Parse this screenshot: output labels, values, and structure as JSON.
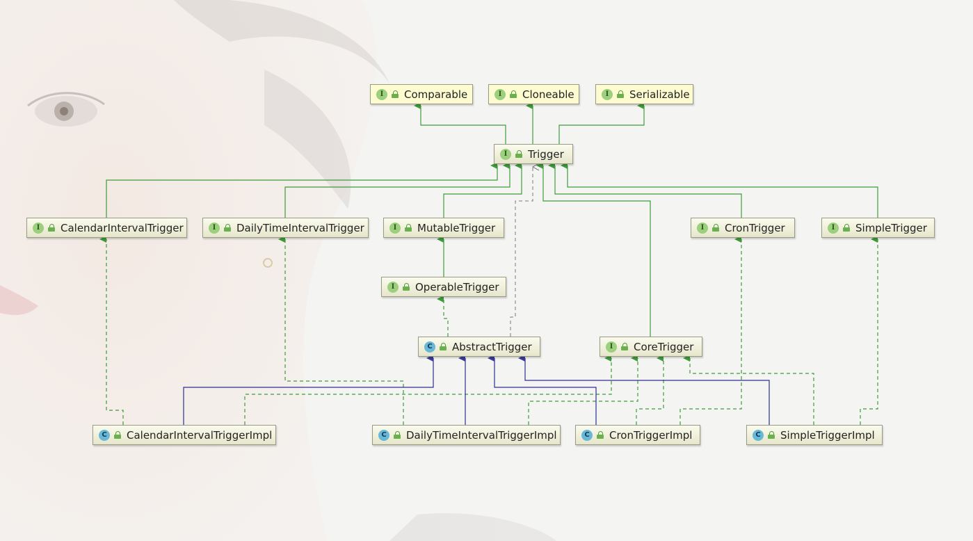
{
  "diagram": {
    "kinds": {
      "interface": "I",
      "class": "C"
    },
    "colors": {
      "implements_edge": "#3f9a3a",
      "extends_edge": "#2f2f8f",
      "dependency_edge": "#7a7a7a",
      "interface_fill": "#fcfcd0",
      "node_border": "#9a9a84"
    },
    "nodes": [
      {
        "id": "comparable",
        "label": "Comparable",
        "kind": "interface"
      },
      {
        "id": "cloneable",
        "label": "Cloneable",
        "kind": "interface"
      },
      {
        "id": "serializable",
        "label": "Serializable",
        "kind": "interface"
      },
      {
        "id": "trigger",
        "label": "Trigger",
        "kind": "interface"
      },
      {
        "id": "calendar_interval_trigger",
        "label": "CalendarIntervalTrigger",
        "kind": "interface"
      },
      {
        "id": "daily_time_interval_trigger",
        "label": "DailyTimeIntervalTrigger",
        "kind": "interface"
      },
      {
        "id": "mutable_trigger",
        "label": "MutableTrigger",
        "kind": "interface"
      },
      {
        "id": "cron_trigger",
        "label": "CronTrigger",
        "kind": "interface"
      },
      {
        "id": "simple_trigger",
        "label": "SimpleTrigger",
        "kind": "interface"
      },
      {
        "id": "operable_trigger",
        "label": "OperableTrigger",
        "kind": "interface"
      },
      {
        "id": "abstract_trigger",
        "label": "AbstractTrigger",
        "kind": "class"
      },
      {
        "id": "core_trigger",
        "label": "CoreTrigger",
        "kind": "interface"
      },
      {
        "id": "calendar_interval_trigger_impl",
        "label": "CalendarIntervalTriggerImpl",
        "kind": "class"
      },
      {
        "id": "daily_time_interval_trigger_impl",
        "label": "DailyTimeIntervalTriggerImpl",
        "kind": "class"
      },
      {
        "id": "cron_trigger_impl",
        "label": "CronTriggerImpl",
        "kind": "class"
      },
      {
        "id": "simple_trigger_impl",
        "label": "SimpleTriggerImpl",
        "kind": "class"
      }
    ],
    "edges": [
      {
        "from": "trigger",
        "to": "comparable",
        "type": "extends-interface"
      },
      {
        "from": "trigger",
        "to": "cloneable",
        "type": "extends-interface"
      },
      {
        "from": "trigger",
        "to": "serializable",
        "type": "extends-interface"
      },
      {
        "from": "calendar_interval_trigger",
        "to": "trigger",
        "type": "extends-interface"
      },
      {
        "from": "daily_time_interval_trigger",
        "to": "trigger",
        "type": "extends-interface"
      },
      {
        "from": "mutable_trigger",
        "to": "trigger",
        "type": "extends-interface"
      },
      {
        "from": "cron_trigger",
        "to": "trigger",
        "type": "extends-interface"
      },
      {
        "from": "simple_trigger",
        "to": "trigger",
        "type": "extends-interface"
      },
      {
        "from": "core_trigger",
        "to": "trigger",
        "type": "extends-interface"
      },
      {
        "from": "operable_trigger",
        "to": "mutable_trigger",
        "type": "extends-interface"
      },
      {
        "from": "abstract_trigger",
        "to": "operable_trigger",
        "type": "implements"
      },
      {
        "from": "abstract_trigger",
        "to": "trigger",
        "type": "dependency"
      },
      {
        "from": "calendar_interval_trigger_impl",
        "to": "abstract_trigger",
        "type": "extends"
      },
      {
        "from": "daily_time_interval_trigger_impl",
        "to": "abstract_trigger",
        "type": "extends"
      },
      {
        "from": "cron_trigger_impl",
        "to": "abstract_trigger",
        "type": "extends"
      },
      {
        "from": "simple_trigger_impl",
        "to": "abstract_trigger",
        "type": "extends"
      },
      {
        "from": "calendar_interval_trigger_impl",
        "to": "calendar_interval_trigger",
        "type": "implements"
      },
      {
        "from": "daily_time_interval_trigger_impl",
        "to": "daily_time_interval_trigger",
        "type": "implements"
      },
      {
        "from": "cron_trigger_impl",
        "to": "cron_trigger",
        "type": "implements"
      },
      {
        "from": "simple_trigger_impl",
        "to": "simple_trigger",
        "type": "implements"
      },
      {
        "from": "calendar_interval_trigger_impl",
        "to": "core_trigger",
        "type": "implements"
      },
      {
        "from": "daily_time_interval_trigger_impl",
        "to": "core_trigger",
        "type": "implements"
      },
      {
        "from": "cron_trigger_impl",
        "to": "core_trigger",
        "type": "implements"
      },
      {
        "from": "simple_trigger_impl",
        "to": "core_trigger",
        "type": "implements"
      }
    ]
  }
}
